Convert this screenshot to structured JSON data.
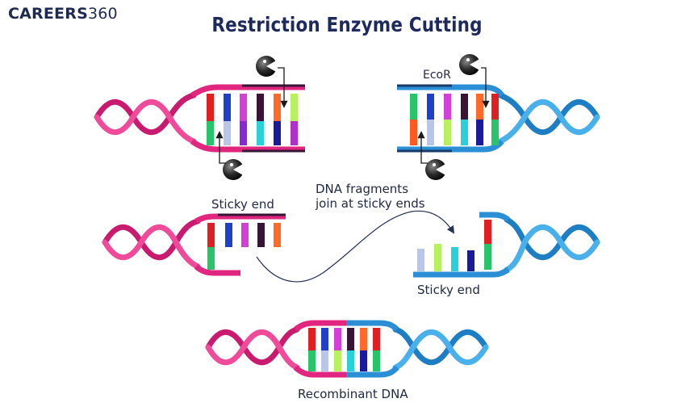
{
  "brand": {
    "name": "CAREERS",
    "number": "360"
  },
  "title": "Restriction Enzyme Cutting",
  "labels": {
    "ecor": "EcoR",
    "sticky_end_left": "Sticky end",
    "sticky_end_right": "Sticky end",
    "fragments_line1": "DNA fragments",
    "fragments_line2": "join at sticky ends",
    "recombinant": "Recombinant DNA"
  },
  "colors": {
    "pink_strand": "#e0267e",
    "blue_strand": "#2b8fd6",
    "dark_strand": "#3a1436",
    "text": "#1e2a5e"
  }
}
